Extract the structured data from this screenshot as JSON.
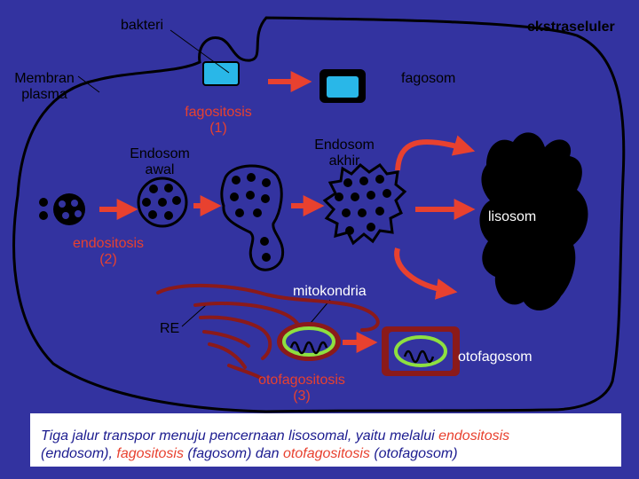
{
  "labels": {
    "bakteri": "bakteri",
    "ekstraseluler": "ekstraseluler",
    "membran_line1": "Membran",
    "membran_line2": "plasma",
    "fagosom": "fagosom",
    "fagositosis": "fagositosis",
    "fagositosis_num": "(1)",
    "endosom_awal_line1": "Endosom",
    "endosom_awal_line2": "awal",
    "endosom_akhir_line1": "Endosom",
    "endosom_akhir_line2": "akhir",
    "lisosom": "lisosom",
    "endositosis": "endositosis",
    "endositosis_num": "(2)",
    "mitokondria": "mitokondria",
    "re": "RE",
    "otofagosom": "otofagosom",
    "otofagositosis": "otofagositosis",
    "otofagositosis_num": "(3)"
  },
  "caption": {
    "part1": "Tiga jalur transpor menuju pencernaan lisosomal, yaitu melalui ",
    "hl1": "endositosis",
    "part2": "(endosom), ",
    "hl2": "fagositosis",
    "part3": " (fagosom) dan ",
    "hl3": "otofagositosis",
    "part4": " (otofagosom)"
  },
  "colors": {
    "background": "#3333a0",
    "arrow": "#e8412f",
    "bacterium": "#29b7e8",
    "mitochondria_outline": "#8ee040",
    "er": "#8b1a1a",
    "text_highlight": "#e8412f"
  }
}
